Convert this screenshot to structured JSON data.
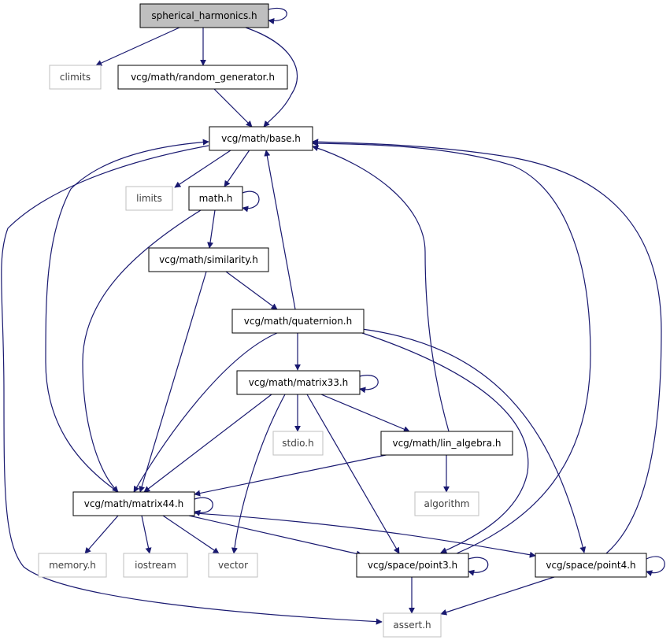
{
  "colors": {
    "edge": "#191970",
    "node_border": "#000000",
    "node_border_system": "#bfbfbf",
    "system_text": "#3f3f3f",
    "highlight_fill": "#bfbfbf",
    "fill": "#ffffff"
  },
  "nodes": {
    "spherical_harmonics": "spherical_harmonics.h",
    "climits": "climits",
    "random_generator": "vcg/math/random_generator.h",
    "base": "vcg/math/base.h",
    "limits": "limits",
    "math": "math.h",
    "similarity": "vcg/math/similarity.h",
    "quaternion": "vcg/math/quaternion.h",
    "matrix33": "vcg/math/matrix33.h",
    "stdio": "stdio.h",
    "lin_algebra": "vcg/math/lin_algebra.h",
    "algorithm": "algorithm",
    "matrix44": "vcg/math/matrix44.h",
    "memory": "memory.h",
    "iostream": "iostream",
    "vector": "vector",
    "point3": "vcg/space/point3.h",
    "point4": "vcg/space/point4.h",
    "assert": "assert.h"
  }
}
